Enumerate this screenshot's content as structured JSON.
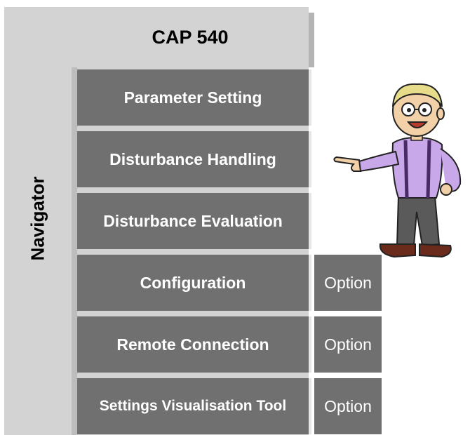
{
  "title": "CAP 540",
  "navigator_label": "Navigator",
  "menu": {
    "items": [
      {
        "label": "Parameter Setting"
      },
      {
        "label": "Disturbance Handling"
      },
      {
        "label": "Disturbance Evaluation"
      },
      {
        "label": "Configuration",
        "option": "Option"
      },
      {
        "label": "Remote Connection",
        "option": "Option"
      },
      {
        "label": "Settings Visualisation Tool",
        "option": "Option"
      }
    ]
  },
  "colors": {
    "button_bg": "#707070",
    "button_text": "#ffffff",
    "frame_bg": "#d3d3d3"
  },
  "icons": {
    "mascot": "pointing-cartoon-character"
  }
}
